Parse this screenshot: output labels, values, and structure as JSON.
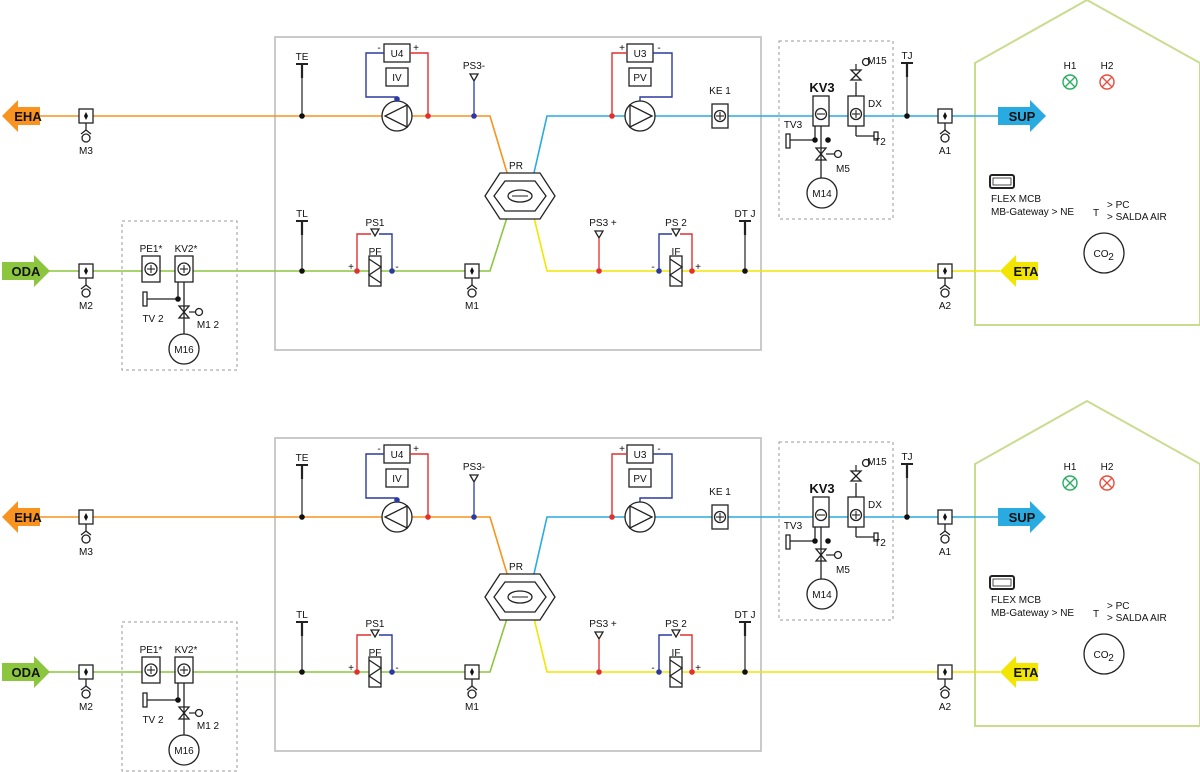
{
  "colors": {
    "exhaust": "#f7931e",
    "outdoor": "#8cc63f",
    "supply": "#29abe2",
    "extract": "#f2e600",
    "house": "#c9dc8e",
    "positive": "#e03030",
    "negative": "#2b3aa0",
    "indicator_green": "#27ae60",
    "indicator_red": "#e74c3c"
  },
  "units": [
    {
      "ports": {
        "eha": "EHA",
        "oda": "ODA",
        "sup": "SUP",
        "eta": "ETA"
      },
      "dampers": {
        "m3": "M3",
        "m2": "M2",
        "m1": "M1",
        "a1": "A1",
        "a2": "A2"
      },
      "preheater": {
        "pe1": "PE1*",
        "kv2": "KV2*",
        "tv2": "TV 2",
        "m12": "M1 2",
        "m16": "M16"
      },
      "sensors": {
        "te": "TE",
        "tl": "TL",
        "tj": "TJ",
        "dtj": "DT J",
        "ps3_minus": "PS3-",
        "ps3_plus": "PS3 +",
        "ps1": "PS1",
        "ps2": "PS 2"
      },
      "fans": {
        "u4": "U4",
        "iv": "IV",
        "u3": "U3",
        "pv": "PV"
      },
      "filters": {
        "pf": "PF",
        "if": "IF"
      },
      "recuperator": "PR",
      "heater": "KE 1",
      "coil": {
        "kv3": "KV3",
        "dx": "DX",
        "tv3": "TV3",
        "t2": "T2",
        "m5": "M5",
        "m14": "M14",
        "m15": "M15"
      },
      "house": {
        "h1": "H1",
        "h2": "H2",
        "flex_mcb": "FLEX MCB",
        "gateway": "MB-Gateway > NE",
        "t": "T",
        "pc": "> PC",
        "salda_air": "> SALDA   AIR",
        "co2": "CO",
        "co2_sub": "2"
      },
      "marks": {
        "plus": "+",
        "minus": "-"
      }
    },
    {
      "ports": {
        "eha": "EHA",
        "oda": "ODA",
        "sup": "SUP",
        "eta": "ETA"
      },
      "dampers": {
        "m3": "M3",
        "m2": "M2",
        "m1": "M1",
        "a1": "A1",
        "a2": "A2"
      },
      "preheater": {
        "pe1": "PE1*",
        "kv2": "KV2*",
        "tv2": "TV 2",
        "m12": "M1 2",
        "m16": "M16"
      },
      "sensors": {
        "te": "TE",
        "tl": "TL",
        "tj": "TJ",
        "dtj": "DT J",
        "ps3_minus": "PS3-",
        "ps3_plus": "PS3 +",
        "ps1": "PS1",
        "ps2": "PS 2"
      },
      "fans": {
        "u4": "U4",
        "iv": "IV",
        "u3": "U3",
        "pv": "PV"
      },
      "filters": {
        "pf": "PF",
        "if": "IF"
      },
      "recuperator": "PR",
      "heater": "KE 1",
      "coil": {
        "kv3": "KV3",
        "dx": "DX",
        "tv3": "TV3",
        "t2": "T2",
        "m5": "M5",
        "m14": "M14",
        "m15": "M15"
      },
      "house": {
        "h1": "H1",
        "h2": "H2",
        "flex_mcb": "FLEX MCB",
        "gateway": "MB-Gateway > NE",
        "t": "T",
        "pc": "> PC",
        "salda_air": "> SALDA   AIR",
        "co2": "CO",
        "co2_sub": "2"
      },
      "marks": {
        "plus": "+",
        "minus": "-"
      }
    }
  ]
}
